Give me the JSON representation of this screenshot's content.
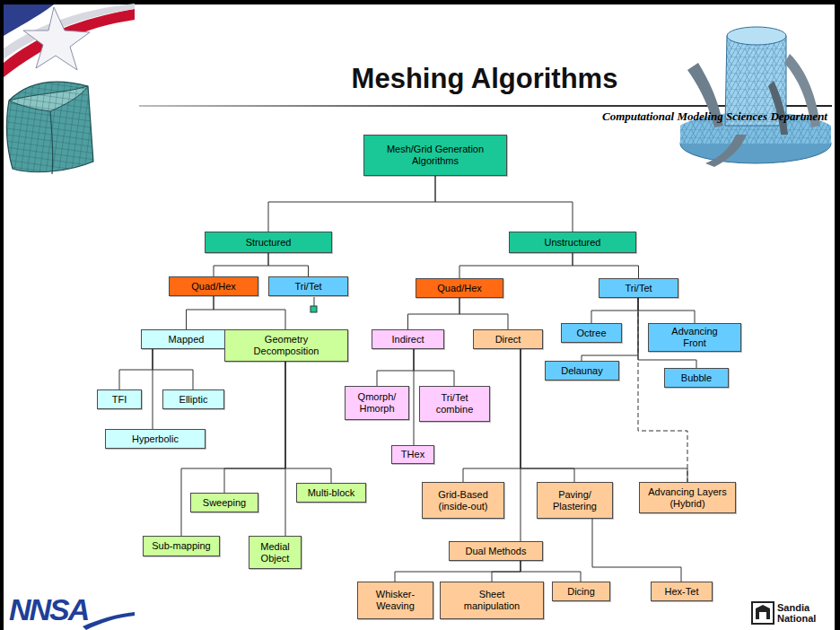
{
  "diagram": {
    "title": "Meshing Algorithms",
    "nodes": [
      {
        "text": [
          "Mesh/Grid Generation Algorithms"
        ]
      },
      {
        "text": [
          "Structured"
        ]
      },
      {
        "text": [
          "Unstructured"
        ]
      },
      {
        "text": [
          "Quad/Hex"
        ]
      },
      {
        "text": [
          "Tri/Tet"
        ]
      },
      {
        "text": [
          "Quad/Hex"
        ]
      },
      {
        "text": [
          "Tri/Tet"
        ]
      },
      {
        "text": [
          "Octree"
        ]
      },
      {
        "text": [
          "Advancing Front"
        ]
      },
      {
        "text": [
          "Mapped"
        ]
      },
      {
        "text": [
          "Geometry Decomposition"
        ]
      },
      {
        "text": [
          "Indirect"
        ]
      },
      {
        "text": [
          "Direct"
        ]
      },
      {
        "text": [
          "Delaunay"
        ]
      },
      {
        "text": [
          "Bubble"
        ]
      },
      {
        "text": [
          "TFI"
        ]
      },
      {
        "text": [
          "Elliptic"
        ]
      },
      {
        "text": [
          "Qmorph/ Hmorph"
        ]
      },
      {
        "text": [
          "Tri/Tet combine"
        ]
      },
      {
        "text": [
          "Hyperbolic"
        ]
      },
      {
        "text": [
          "THex"
        ]
      },
      {
        "text": [
          "Multi-block"
        ]
      },
      {
        "text": [
          "Sweeping"
        ]
      },
      {
        "text": [
          "Grid-Based (inside-out)"
        ]
      },
      {
        "text": [
          "Paving/ Plastering"
        ]
      },
      {
        "text": [
          "Advancing Layers (Hybrid)"
        ]
      },
      {
        "text": [
          "Sub-mapping"
        ]
      },
      {
        "text": [
          "Medial Object"
        ]
      },
      {
        "text": [
          "Dual Methods"
        ]
      },
      {
        "text": [
          "Whisker- Weaving"
        ]
      },
      {
        "text": [
          "Sheet manipulation"
        ]
      },
      {
        "text": [
          "Dicing"
        ]
      },
      {
        "text": [
          "Hex-Tet"
        ]
      }
    ],
    "edges": [
      {
        "from": 0,
        "to": 1,
        "arrow": "none"
      },
      {
        "from": 0,
        "to": 2,
        "arrow": "none"
      },
      {
        "from": 1,
        "to": 3,
        "arrow": "none"
      },
      {
        "from": 1,
        "to": 4,
        "arrow": "none"
      },
      {
        "from": 2,
        "to": 5,
        "arrow": "none"
      },
      {
        "from": 2,
        "to": 6,
        "arrow": "none"
      },
      {
        "from": 3,
        "to": 9,
        "arrow": "none"
      },
      {
        "from": 3,
        "to": 10,
        "arrow": "none"
      },
      {
        "from": 5,
        "to": 11,
        "arrow": "none"
      },
      {
        "from": 5,
        "to": 12,
        "arrow": "none"
      },
      {
        "from": 6,
        "to": 7,
        "arrow": "none"
      },
      {
        "from": 6,
        "to": 8,
        "arrow": "none"
      },
      {
        "from": 6,
        "to": 13,
        "arrow": "none"
      },
      {
        "from": 6,
        "to": 14,
        "arrow": "none"
      },
      {
        "from": 6,
        "to": 25,
        "arrow": "none"
      },
      {
        "from": 9,
        "to": 15,
        "arrow": "none"
      },
      {
        "from": 9,
        "to": 16,
        "arrow": "none"
      },
      {
        "from": 9,
        "to": 19,
        "arrow": "none"
      },
      {
        "from": 11,
        "to": 17,
        "arrow": "none"
      },
      {
        "from": 11,
        "to": 18,
        "arrow": "none"
      },
      {
        "from": 11,
        "to": 20,
        "arrow": "none"
      },
      {
        "from": 10,
        "to": 22,
        "arrow": "none"
      },
      {
        "from": 10,
        "to": 21,
        "arrow": "none"
      },
      {
        "from": 10,
        "to": 26,
        "arrow": "none"
      },
      {
        "from": 10,
        "to": 27,
        "arrow": "none"
      },
      {
        "from": 12,
        "to": 23,
        "arrow": "none"
      },
      {
        "from": 12,
        "to": 24,
        "arrow": "none"
      },
      {
        "from": 12,
        "to": 25,
        "arrow": "none"
      },
      {
        "from": 12,
        "to": 28,
        "arrow": "none"
      },
      {
        "from": 28,
        "to": 29,
        "arrow": "none"
      },
      {
        "from": 28,
        "to": 30,
        "arrow": "none"
      },
      {
        "from": 28,
        "to": 31,
        "arrow": "none"
      },
      {
        "from": 24,
        "to": 32,
        "arrow": "none"
      }
    ],
    "labels": [
      "Computational Modeling Sciences Department",
      "NNSA",
      "Sandia National"
    ]
  }
}
